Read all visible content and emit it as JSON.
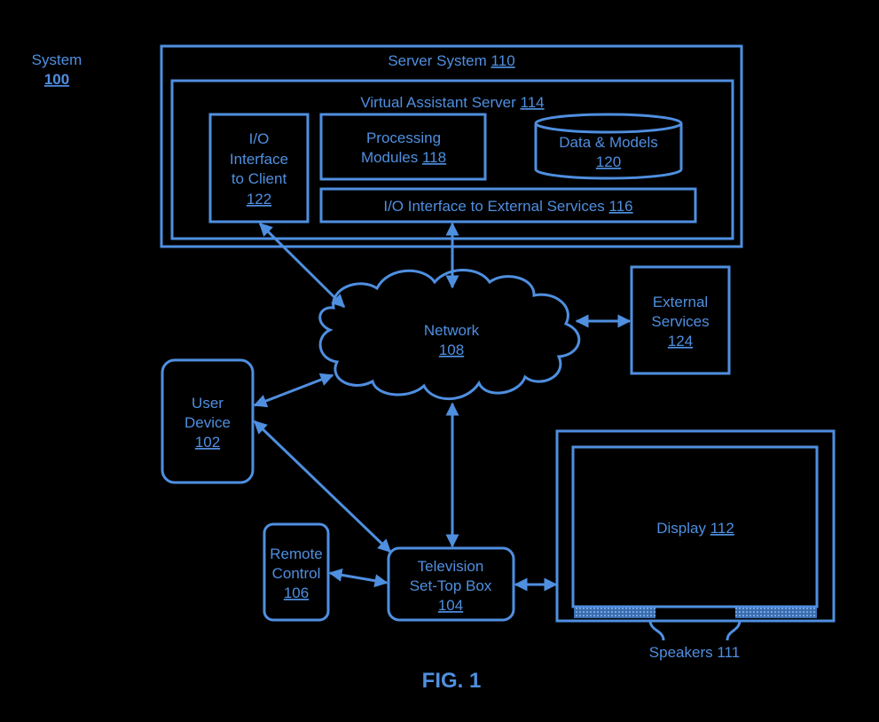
{
  "system": {
    "label": "System",
    "ref": "100"
  },
  "server_system": {
    "label": "Server System",
    "ref": "110"
  },
  "virtual_assistant_server": {
    "label": "Virtual Assistant Server",
    "ref": "114"
  },
  "io_interface_client": {
    "line1": "I/O",
    "line2": "Interface",
    "line3": "to Client",
    "ref": "122"
  },
  "processing_modules": {
    "line1": "Processing",
    "line2": "Modules",
    "ref": "118"
  },
  "data_models": {
    "label": "Data & Models",
    "ref": "120"
  },
  "io_interface_external": {
    "label": "I/O Interface to External Services",
    "ref": "116"
  },
  "network": {
    "label": "Network",
    "ref": "108"
  },
  "external_services": {
    "line1": "External",
    "line2": "Services",
    "ref": "124"
  },
  "user_device": {
    "line1": "User",
    "line2": "Device",
    "ref": "102"
  },
  "remote_control": {
    "line1": "Remote",
    "line2": "Control",
    "ref": "106"
  },
  "set_top_box": {
    "line1": "Television",
    "line2": "Set-Top Box",
    "ref": "104"
  },
  "display": {
    "label": "Display",
    "ref": "112"
  },
  "speakers": {
    "label": "Speakers",
    "ref": "111"
  },
  "figure_caption": "FIG. 1",
  "colors": {
    "background": "#000000",
    "stroke": "#4f8fe0"
  }
}
